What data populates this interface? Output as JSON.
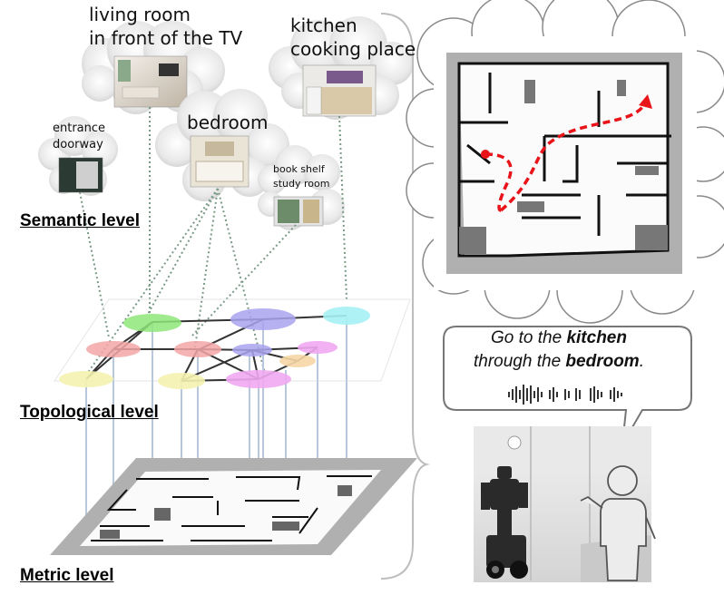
{
  "semantic_places": [
    {
      "line1": "living room",
      "line2": "in front of the TV"
    },
    {
      "line1": "kitchen",
      "line2": "cooking place"
    },
    {
      "line1": "entrance",
      "line2": "doorway"
    },
    {
      "line1": "bedroom",
      "line2": ""
    },
    {
      "line1": "book shelf",
      "line2": "study room"
    }
  ],
  "levels": {
    "semantic": "Semantic level",
    "topological": "Topological level",
    "metric": "Metric level"
  },
  "instruction": {
    "part1": "Go to the ",
    "kitchen": "kitchen",
    "part2": "through the ",
    "bedroom": "bedroom",
    "end": "."
  },
  "colors": {
    "node_green": "#8fe67a",
    "node_purple": "#a9a3ee",
    "node_cyan": "#a6f1f5",
    "node_red": "#f3a6a6",
    "node_yellow": "#f5f2b0",
    "node_pink": "#f1a8f1",
    "node_orange": "#f7d6a6",
    "path_red": "#e8141a",
    "dotted_link": "#7a9a86",
    "vertical_link": "#b7c8dc",
    "map_gray": "#b0b0b0"
  }
}
